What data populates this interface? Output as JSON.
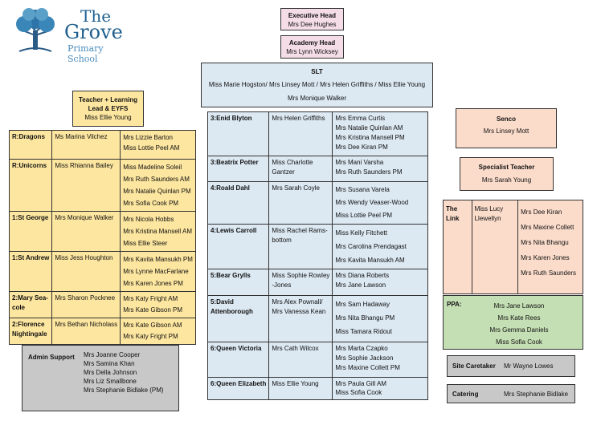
{
  "school": {
    "name_line1": "The",
    "name_line2": "Grove",
    "name_line3": "Primary School"
  },
  "exec_head": {
    "title": "Executive Head",
    "name": "Mrs Dee Hughes"
  },
  "academy_head": {
    "title": "Academy Head",
    "name": "Mrs Lynn Wicksey"
  },
  "slt": {
    "title": "SLT",
    "line1": "Miss Marie Hogston/  Mrs Linsey Mott / Mrs Helen Griffiths / Miss Ellie Young",
    "line2": "Mrs Monique Walker"
  },
  "eyfs_lead": {
    "line1": "Teacher + Learning",
    "line2": "Lead  & EYFS",
    "name": "Miss Ellie Young"
  },
  "eyfs_classes": [
    {
      "cls": [
        "R:Dragons"
      ],
      "teacher": [
        "Ms Marina Vilchez"
      ],
      "support": [
        "Mrs Lizzie Barton",
        "Miss Lottie Peel AM"
      ]
    },
    {
      "cls": [
        "R:Unicorns"
      ],
      "teacher": [
        "Miss Rhianna Bailey"
      ],
      "support": [
        "Miss Madeline Soleil",
        "Mrs Ruth Saunders AM",
        "Mrs Natalie Quinlan PM",
        "Mrs Sofia Cook PM"
      ]
    },
    {
      "cls": [
        "1:St George"
      ],
      "teacher": [
        "Mrs  Monique Walker"
      ],
      "support": [
        "Mrs Nicola Hobbs",
        "Mrs Kristina Mansell AM",
        "Miss Ellie Steer"
      ]
    },
    {
      "cls": [
        "1:St Andrew"
      ],
      "teacher": [
        "Miss Jess Houghton"
      ],
      "support": [
        "Mrs Kavita Mansukh PM",
        "Mrs Lynne MacFarlane",
        "Mrs Karen Jones  PM"
      ]
    },
    {
      "cls": [
        "2:Mary Sea-",
        "cole"
      ],
      "teacher": [
        "Mrs Sharon Pocknee"
      ],
      "support": [
        "Mrs Katy Fright AM",
        "Mrs Kate Gibson PM"
      ]
    },
    {
      "cls": [
        "2:Florence",
        "Nightingale"
      ],
      "teacher": [
        "Mrs Bethan Nicholass"
      ],
      "support": [
        "Mrs Kate Gibson AM",
        "Mrs Katy Fright PM"
      ]
    }
  ],
  "ks2_classes": [
    {
      "cls": [
        "3:Enid Blyton"
      ],
      "teacher": [
        "Mrs Helen Griffiths"
      ],
      "support": [
        "Mrs Emma Curtis",
        "Mrs Natalie Quinlan AM",
        "Mrs Kristina Mansell PM",
        "Mrs Dee Kiran PM"
      ]
    },
    {
      "cls": [
        "3:Beatrix Potter"
      ],
      "teacher": [
        "Miss Charlotte",
        "Gantzer"
      ],
      "support": [
        "Mrs Mani Varsha",
        "Mrs Ruth Saunders PM"
      ]
    },
    {
      "cls": [
        "4:Roald Dahl"
      ],
      "teacher": [
        "Mrs Sarah Coyle"
      ],
      "support": [
        "Mrs Susana Varela",
        "Mrs Wendy Veaser-Wood",
        "Miss Lottie Peel PM"
      ]
    },
    {
      "cls": [
        "4:Lewis Carroll"
      ],
      "teacher": [
        "Miss Rachel  Rams-",
        "bottom"
      ],
      "support": [
        "Miss Kelly Fitchett",
        "Mrs Carolina Prendagast",
        "Mrs Kavita Mansukh AM"
      ]
    },
    {
      "cls": [
        "5:Bear Grylls"
      ],
      "teacher": [
        "Miss Sophie Rowley",
        "-Jones"
      ],
      "support": [
        "Mrs Diana Roberts",
        "Mrs Jane Lawson"
      ]
    },
    {
      "cls": [
        "5:David",
        "Attenborough"
      ],
      "teacher": [
        "Mrs Alex Pownall/",
        "Mrs Vanessa Kean"
      ],
      "support": [
        "Mrs Sam Hadaway",
        "Mrs  Nita Bhangu PM",
        "Miss Tamara Ridout"
      ]
    },
    {
      "cls": [
        "6:Queen Victoria"
      ],
      "teacher": [
        "Mrs Cath Wilcox"
      ],
      "support": [
        "Mrs Marta  Czapko",
        "Mrs Sophie Jackson",
        "Mrs Maxine Collett PM"
      ]
    },
    {
      "cls": [
        "6:Queen Elizabeth"
      ],
      "teacher": [
        "Miss Ellie Young"
      ],
      "support": [
        "Mrs Paula Gill AM",
        "Miss Sofia Cook"
      ]
    }
  ],
  "senco": {
    "title": "Senco",
    "name": "Mrs Linsey Mott"
  },
  "specialist": {
    "title": "Specialist Teacher",
    "name": "Mrs Sarah Young"
  },
  "the_link": {
    "title1": "The",
    "title2": "Link",
    "teacher1": "Miss Lucy",
    "teacher2": "Llewellyn",
    "staff": [
      "Mrs Dee Kiran",
      "Mrs Maxine Collett",
      "Mrs Nita Bhangu",
      "Mrs Karen Jones",
      "Mrs Ruth Saunders"
    ]
  },
  "ppa": {
    "title": "PPA:",
    "staff": [
      "Mrs Jane Lawson",
      "Mrs  Kate Rees",
      "Mrs Gemma Daniels",
      "Miss Sofia Cook"
    ]
  },
  "admin": {
    "title": "Admin Support",
    "staff": [
      "Mrs Joanne Cooper",
      "Mrs Samina Khan",
      "Mrs Della Johnson",
      "Mrs Liz Smallbone",
      "Mrs Stephanie Bidlake (PM)"
    ]
  },
  "caretaker": {
    "title": "Site Caretaker",
    "name": "Mr Wayne Lowes"
  },
  "catering": {
    "title": "Catering",
    "name": "Mrs Stephanie Bidlake"
  }
}
